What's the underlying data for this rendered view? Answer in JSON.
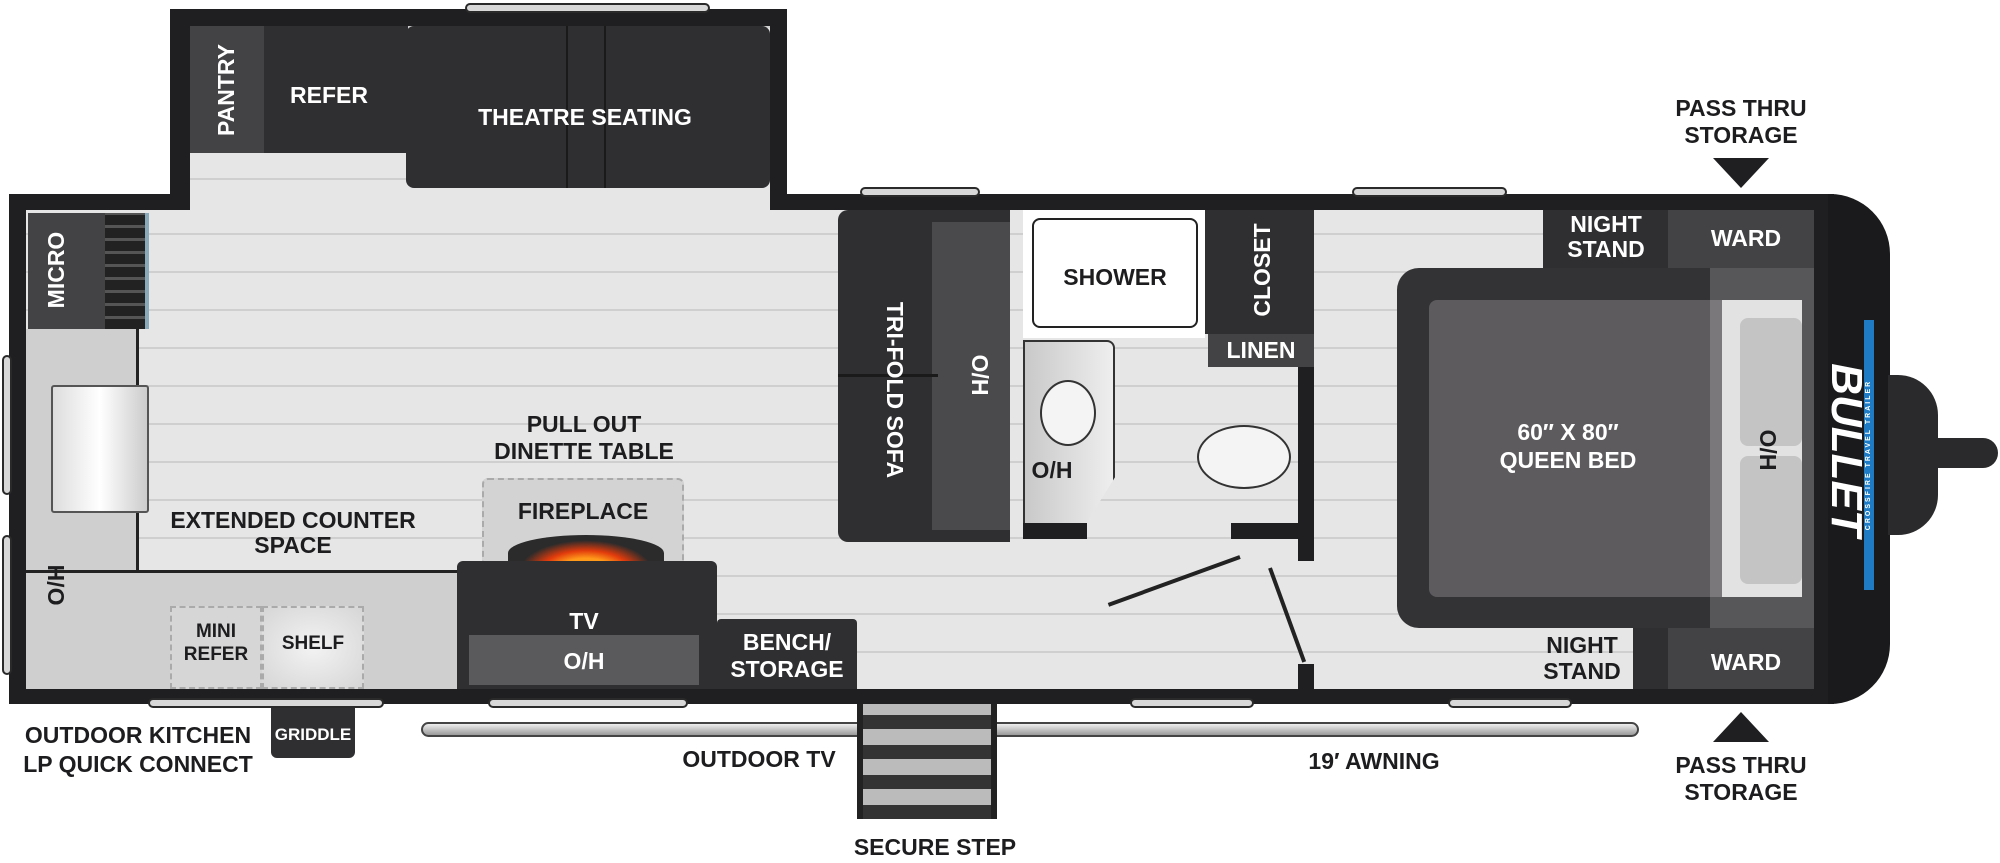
{
  "brand": "BULLET",
  "brand_tagline": "CROSSFIRE TRAVEL TRAILER",
  "labels": {
    "pantry": "PANTRY",
    "refer": "REFER",
    "theatre_seating": "THEATRE SEATING",
    "micro": "MICRO",
    "pull_out_1": "PULL OUT",
    "pull_out_2": "DINETTE TABLE",
    "extended_1": "EXTENDED COUNTER",
    "extended_2": "SPACE",
    "fireplace": "FIREPLACE",
    "tv": "TV",
    "tv_oh": "O/H",
    "kitchen_oh": "O/H",
    "mini_refer_1": "MINI",
    "mini_refer_2": "REFER",
    "shelf": "SHELF",
    "bench_1": "BENCH/",
    "bench_2": "STORAGE",
    "sofa": "TRI-FOLD SOFA",
    "sofa_oh": "O/H",
    "shower": "SHOWER",
    "closet": "CLOSET",
    "linen": "LINEN",
    "vanity_oh": "O/H",
    "night_stand_1": "NIGHT",
    "night_stand_2": "STAND",
    "ward": "WARD",
    "bed_1": "60″ X 80″",
    "bed_2": "QUEEN BED",
    "bed_oh": "O/H",
    "pass_thru_1": "PASS THRU",
    "pass_thru_2": "STORAGE",
    "outdoor_kitchen_1": "OUTDOOR KITCHEN",
    "outdoor_kitchen_2": "LP QUICK CONNECT",
    "griddle": "GRIDDLE",
    "outdoor_tv": "OUTDOOR TV",
    "secure_step": "SECURE STEP",
    "awning": "19′ AWNING"
  },
  "colors": {
    "wall": "#1f1f21",
    "floor": "#dcdcdc",
    "furniture": "#2f2e31",
    "accent": "#1e7bc4"
  }
}
